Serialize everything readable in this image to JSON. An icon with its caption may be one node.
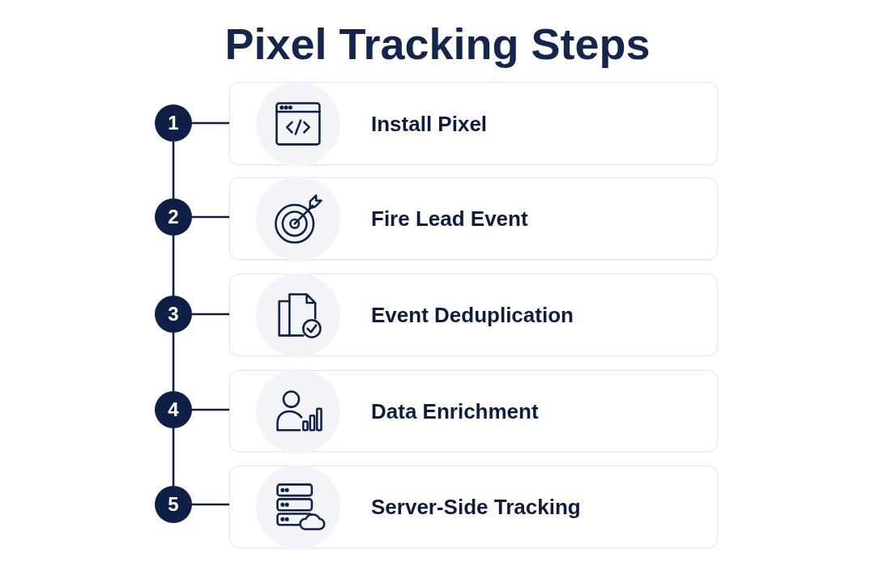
{
  "diagram": {
    "title": "Pixel Tracking Steps",
    "nodes": [
      {
        "text": [
          "1"
        ]
      },
      {
        "text": [
          "Install Pixel"
        ]
      },
      {
        "text": [
          "2"
        ]
      },
      {
        "text": [
          "Fire Lead Event"
        ]
      },
      {
        "text": [
          "3"
        ]
      },
      {
        "text": [
          "Event Deduplication"
        ]
      },
      {
        "text": [
          "4"
        ]
      },
      {
        "text": [
          "Data Enrichment"
        ]
      },
      {
        "text": [
          "5"
        ]
      },
      {
        "text": [
          "Server-Side Tracking"
        ]
      }
    ],
    "edges": [
      {
        "from": 0,
        "to": 1,
        "arrow": "none"
      },
      {
        "from": 0,
        "to": 2,
        "arrow": "none"
      },
      {
        "from": 2,
        "to": 3,
        "arrow": "none"
      },
      {
        "from": 2,
        "to": 4,
        "arrow": "none"
      },
      {
        "from": 4,
        "to": 5,
        "arrow": "none"
      },
      {
        "from": 4,
        "to": 6,
        "arrow": "none"
      },
      {
        "from": 6,
        "to": 7,
        "arrow": "none"
      },
      {
        "from": 6,
        "to": 8,
        "arrow": "none"
      },
      {
        "from": 8,
        "to": 9,
        "arrow": "none"
      }
    ]
  }
}
